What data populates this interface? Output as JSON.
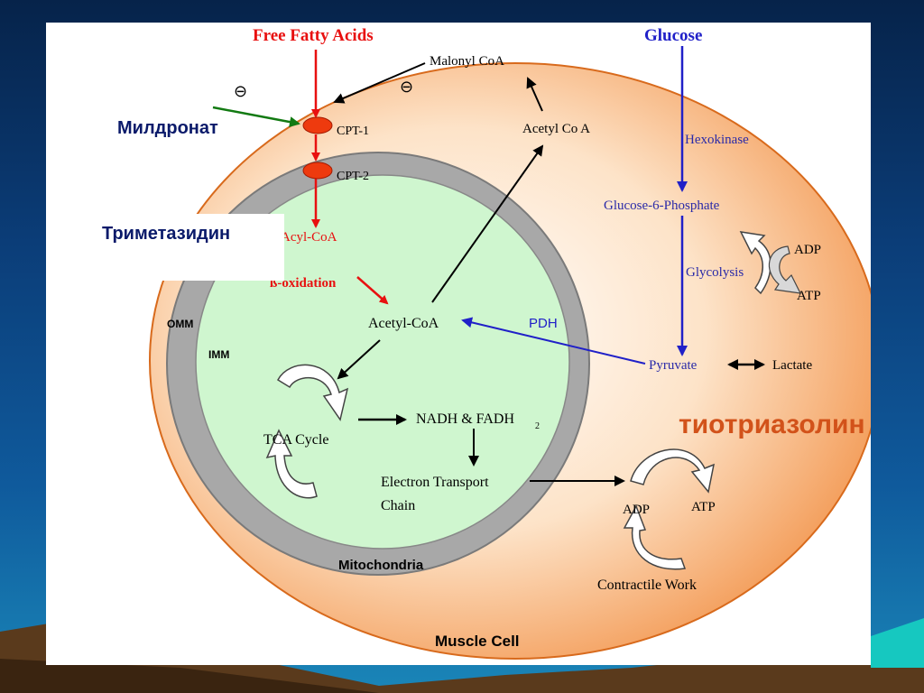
{
  "slide": {
    "labels": {
      "free_fatty_acids": "Free Fatty Acids",
      "glucose": "Glucose",
      "malonyl_coa": "Malonyl CoA",
      "acetyl_co_a": "Acetyl Co A",
      "cpt1": "CPT-1",
      "cpt2": "CPT-2",
      "acyl_coa": "Acyl-CoA",
      "beta_oxidation": "ß-oxidation",
      "acetyl_coa_inner": "Acetyl-CoA",
      "pdh": "PDH",
      "hexokinase": "Hexokinase",
      "glucose_6_phosphate": "Glucose-6-Phosphate",
      "glycolysis": "Glycolysis",
      "adp_top": "ADP",
      "atp_top": "ATP",
      "pyruvate": "Pyruvate",
      "lactate": "Lactate",
      "omm": "OMM",
      "imm": "IMM",
      "tca_cycle": "TCA Cycle",
      "nadh_fadh": "NADH & FADH",
      "nadh_fadh_sub": "2",
      "etc_line1": "Electron Transport",
      "etc_line2": "Chain",
      "adp_bottom": "ADP",
      "atp_bottom": "ATP",
      "contractile_work": "Contractile Work",
      "mitochondria": "Mitochondria",
      "muscle_cell": "Muscle Cell",
      "minus_sign": "⊖"
    },
    "russian_labels": {
      "mildronat": "Милдронат",
      "trimetazidin": "Триметазидин",
      "tiotriazolin": "тиотриазолин"
    }
  }
}
